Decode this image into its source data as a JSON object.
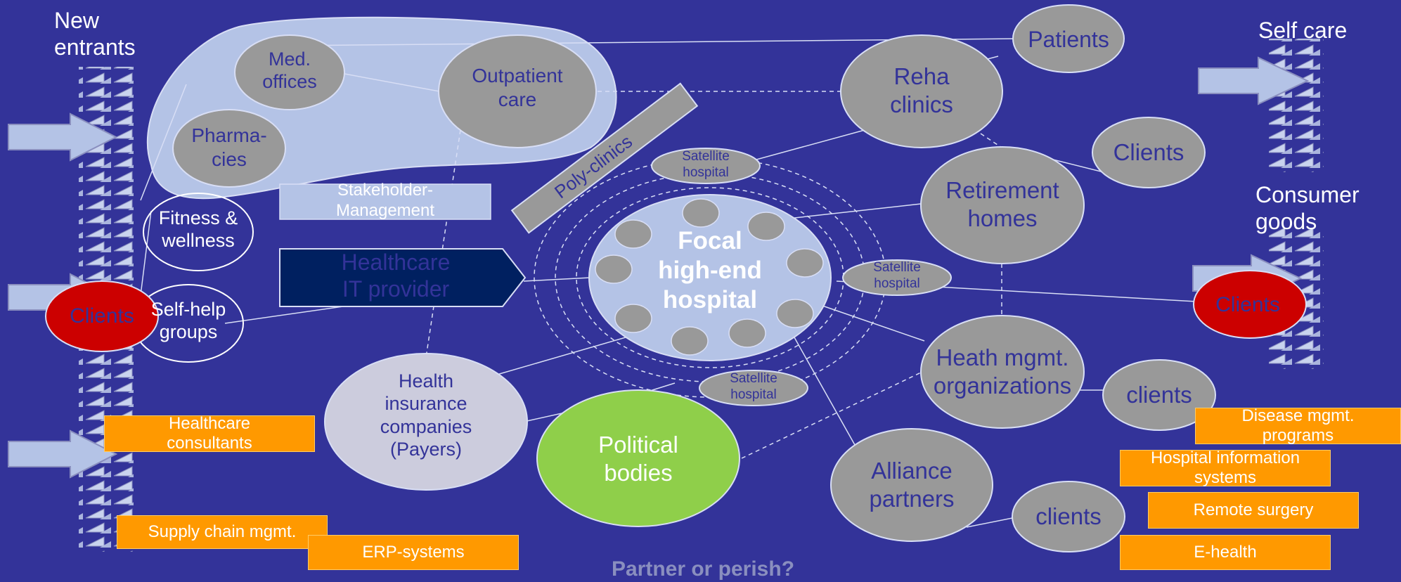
{
  "colors": {
    "background": "#333399",
    "node_gray": "#999999",
    "node_light": "#b4c3e6",
    "node_lavender": "#ccccdd",
    "node_green": "#8fcf4a",
    "node_red": "#cc0000",
    "orange": "#ff9900",
    "navy": "#002060",
    "text_dark": "#333399",
    "text_white": "#ffffff"
  },
  "corner_labels": {
    "new_entrants": "New\nentrants",
    "self_care": "Self care",
    "consumer_goods": "Consumer\ngoods"
  },
  "nodes": {
    "med_offices": "Med.\noffices",
    "outpatient_care": "Outpatient\ncare",
    "pharmacies": "Pharma-\ncies",
    "patients": "Patients",
    "reha_clinics": "Reha\nclinics",
    "clients_top": "Clients",
    "retirement_homes": "Retirement\nhomes",
    "fitness_wellness": "Fitness &\nwellness",
    "self_help_groups": "Self-help\ngroups",
    "clients_left_red": "Clients",
    "clients_right_red": "Clients",
    "focal_hospital": "Focal\nhigh-end\nhospital",
    "satellite_top": "Satellite\nhospital",
    "satellite_right": "Satellite\nhospital",
    "satellite_bottom": "Satellite\nhospital",
    "health_insurance": "Health\ninsurance\ncompanies\n(Payers)",
    "political_bodies": "Political\nbodies",
    "health_mgmt_org": "Heath mgmt.\norganizations",
    "clients_mid": "clients",
    "alliance_partners": "Alliance\npartners",
    "clients_bottom": "clients"
  },
  "boxes": {
    "stakeholder_management": "Stakeholder-\nManagement",
    "healthcare_it_provider": "Healthcare\nIT provider",
    "poly_clinics": "Poly-clinics",
    "healthcare_consultants": "Healthcare\nconsultants",
    "supply_chain_mgmt": "Supply chain mgmt.",
    "erp_systems": "ERP-systems",
    "disease_mgmt_programs": "Disease mgmt.\nprograms",
    "hospital_information_systems": "Hospital information\nsystems",
    "remote_surgery": "Remote surgery",
    "e_health": "E-health"
  },
  "footer_caption": "Partner or perish?"
}
